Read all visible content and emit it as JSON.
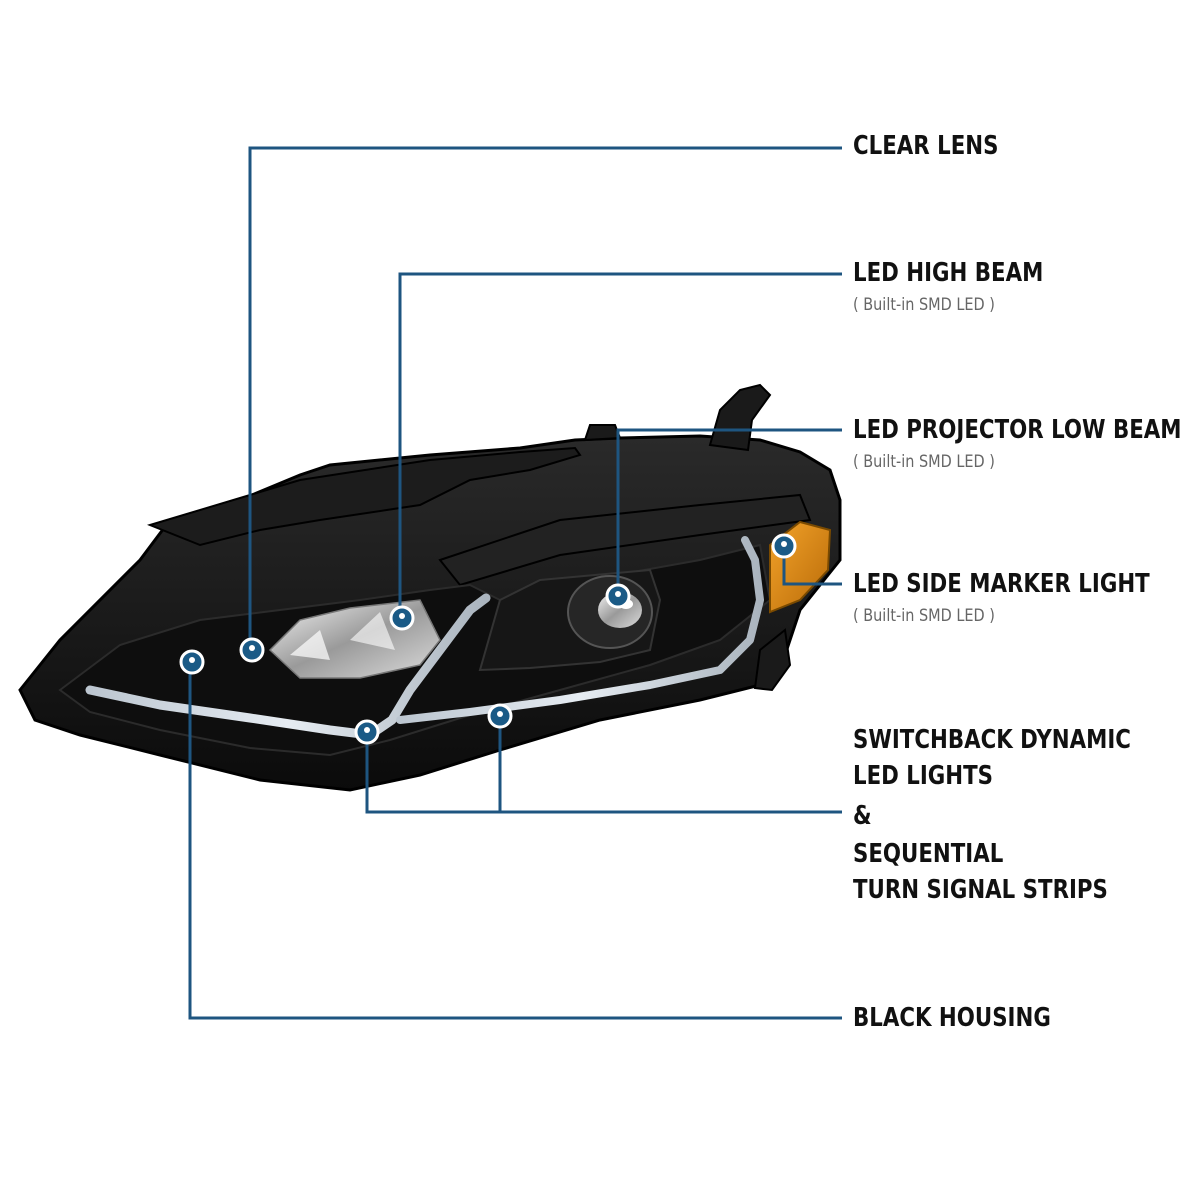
{
  "callouts": {
    "clear_lens": {
      "title": "CLEAR LENS"
    },
    "led_high_beam": {
      "title": "LED HIGH BEAM",
      "note": "( Built-in SMD LED )"
    },
    "led_projector_low_beam": {
      "title": "LED PROJECTOR LOW BEAM",
      "note": "( Built-in SMD LED )"
    },
    "led_side_marker_light": {
      "title": "LED SIDE MARKER LIGHT",
      "note": "( Built-in SMD LED )"
    },
    "switchback": {
      "lines": [
        "SWITCHBACK DYNAMIC",
        "LED LIGHTS",
        "&",
        "SEQUENTIAL",
        "TURN SIGNAL STRIPS"
      ]
    },
    "black_housing": {
      "title": "BLACK HOUSING"
    }
  },
  "colors": {
    "leader_line": "#1e5580",
    "marker_fill": "#1a5a86",
    "housing": "#141414",
    "amber": "#e08a12"
  },
  "image": {
    "subject": "headlight-assembly"
  }
}
